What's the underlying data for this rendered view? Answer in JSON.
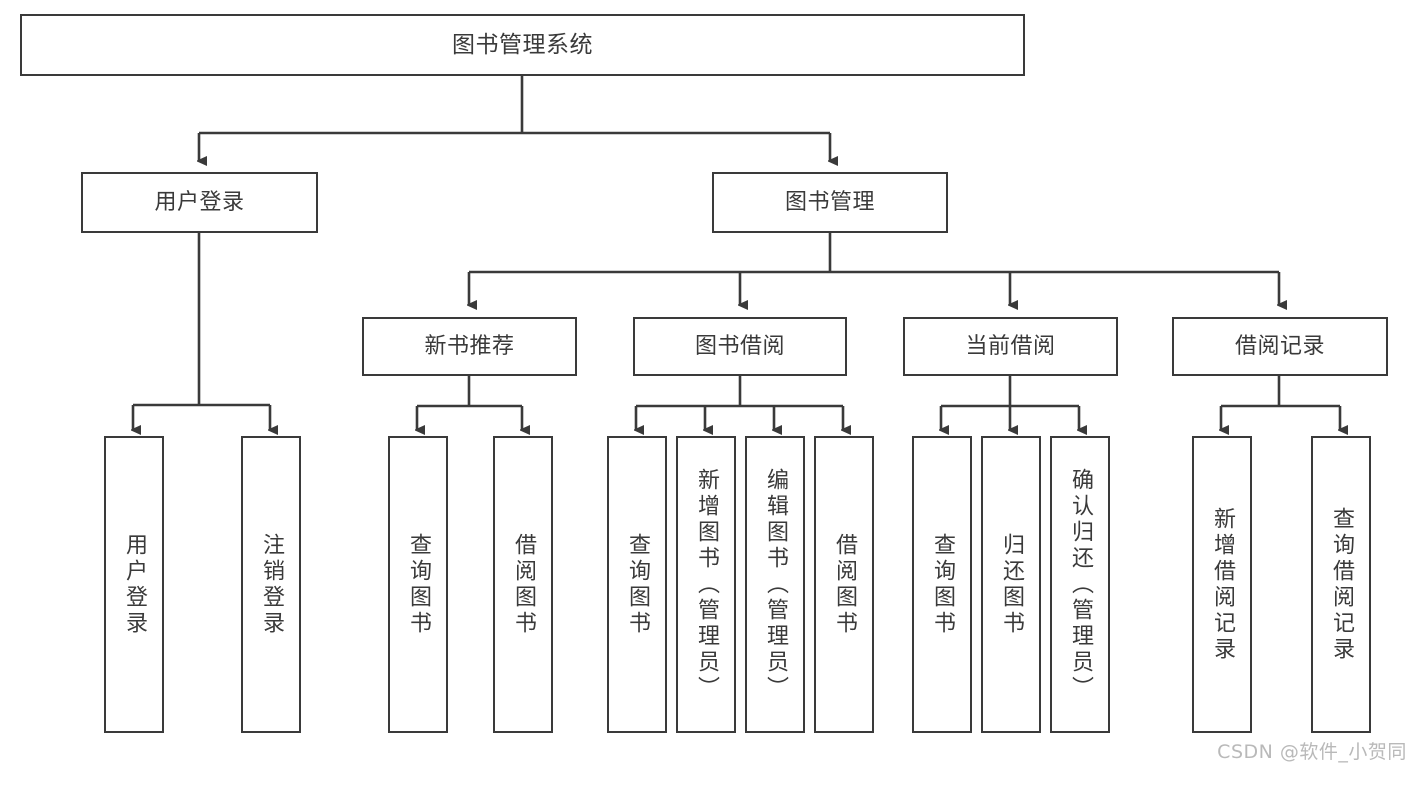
{
  "diagram": {
    "type": "tree",
    "title": "图书管理系统",
    "orientation": "top-down",
    "stroke_color": "#3a3a3a",
    "fill_color": "#ffffff",
    "levels": 4,
    "nodes": {
      "root": {
        "label": "图书管理系统"
      },
      "level2": [
        {
          "label": "用户登录"
        },
        {
          "label": "图书管理"
        }
      ],
      "level3": [
        {
          "label": "新书推荐"
        },
        {
          "label": "图书借阅"
        },
        {
          "label": "当前借阅"
        },
        {
          "label": "借阅记录"
        }
      ],
      "leaves_user_login": [
        {
          "label": "用户登录"
        },
        {
          "label": "注销登录"
        }
      ],
      "leaves_new_book": [
        {
          "label": "查询图书"
        },
        {
          "label": "借阅图书"
        }
      ],
      "leaves_borrow": [
        {
          "label": "查询图书"
        },
        {
          "label": "新增图书（管理员）"
        },
        {
          "label": "编辑图书（管理员）"
        },
        {
          "label": "借阅图书"
        }
      ],
      "leaves_current": [
        {
          "label": "查询图书"
        },
        {
          "label": "归还图书"
        },
        {
          "label": "确认归还（管理员）"
        }
      ],
      "leaves_records": [
        {
          "label": "新增借阅记录"
        },
        {
          "label": "查询借阅记录"
        }
      ]
    }
  },
  "watermark": {
    "text": "CSDN @软件_小贺同学"
  }
}
